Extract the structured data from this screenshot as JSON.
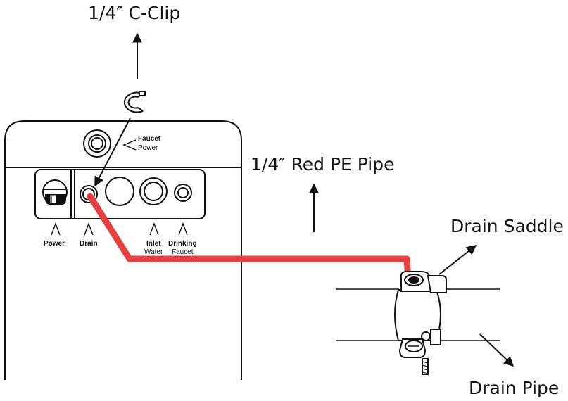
{
  "callouts": {
    "c_clip": "1/4″ C-Clip",
    "red_pe_pipe": "1/4″ Red PE Pipe",
    "drain_saddle": "Drain Saddle",
    "drain_pipe": "Drain Pipe"
  },
  "unit_labels": {
    "faucet_power_top": "Faucet",
    "faucet_power_bottom": "Power",
    "power": "Power",
    "drain": "Drain",
    "inlet_top": "Inlet",
    "inlet_bottom": "Water",
    "drinking_top": "Drinking",
    "drinking_bottom": "Faucet"
  },
  "colors": {
    "red_pipe": "#e8403f",
    "line": "#111111"
  },
  "icons": [
    "c-clip-icon",
    "drain-saddle-icon",
    "arrow-up-icon",
    "chevron-up-icon"
  ]
}
